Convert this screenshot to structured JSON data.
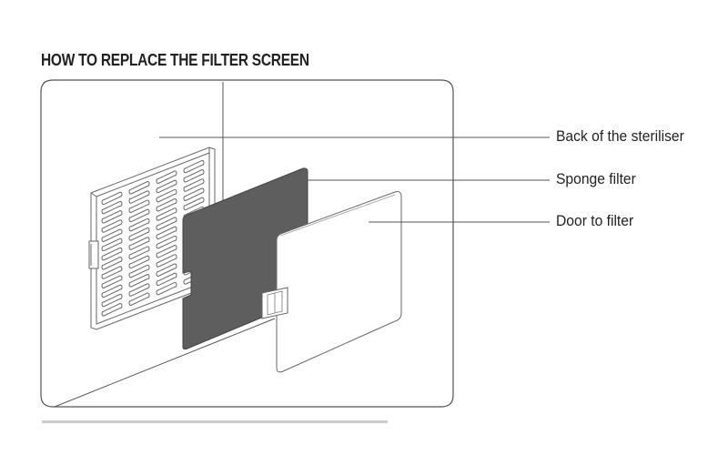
{
  "title": "HOW TO REPLACE THE FILTER SCREEN",
  "callouts": {
    "back": "Back of the steriliser",
    "sponge": "Sponge filter",
    "door": "Door to filter"
  },
  "colors": {
    "line": "#555555",
    "sponge_fill": "#5e5e5e",
    "text": "#222222"
  }
}
